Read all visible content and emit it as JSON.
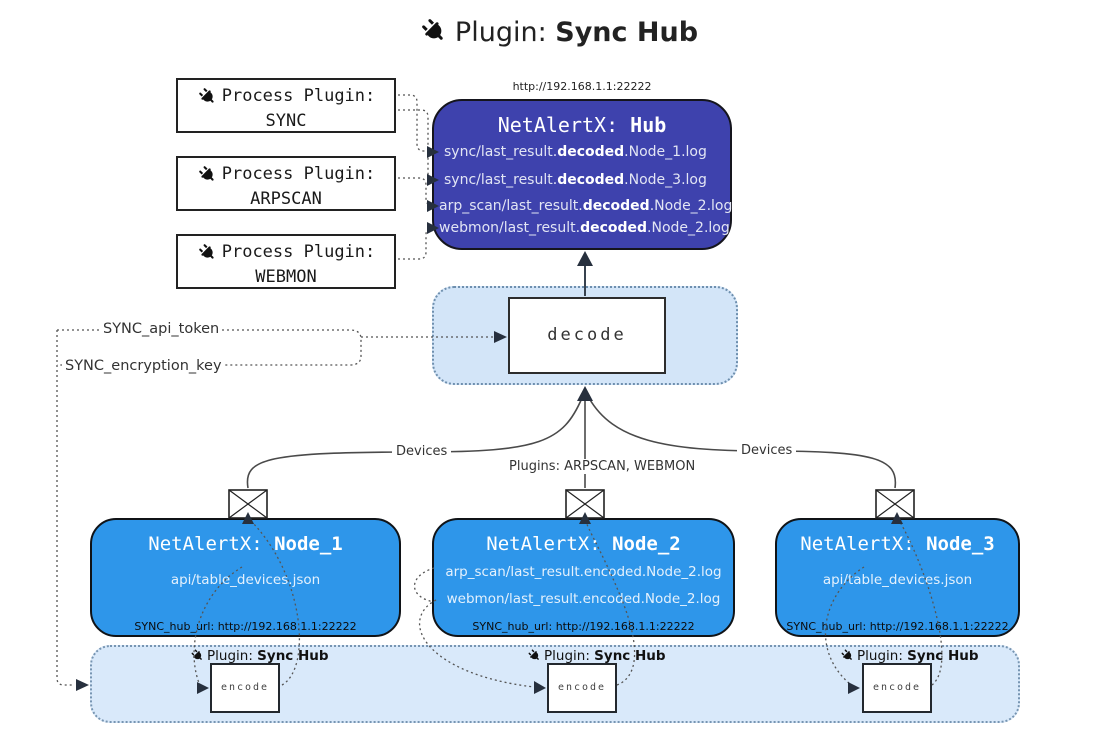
{
  "title": {
    "prefix": "Plugin: ",
    "bold": "Sync Hub"
  },
  "process_plugins": [
    {
      "label": "Process Plugin:",
      "name": "SYNC"
    },
    {
      "label": "Process Plugin:",
      "name": "ARPSCAN"
    },
    {
      "label": "Process Plugin:",
      "name": "WEBMON"
    }
  ],
  "hub": {
    "url": "http://192.168.1.1:22222",
    "title_prefix": "NetAlertX: ",
    "title_bold": "Hub",
    "logs": [
      {
        "pre": "sync/last_result.",
        "bold": "decoded",
        "post": ".Node_1.log"
      },
      {
        "pre": "sync/last_result.",
        "bold": "decoded",
        "post": ".Node_3.log"
      },
      {
        "pre": "arp_scan/last_result.",
        "bold": "decoded",
        "post": ".Node_2.log"
      },
      {
        "pre": "webmon/last_result.",
        "bold": "decoded",
        "post": ".Node_2.log"
      }
    ]
  },
  "decode": {
    "label": "decode"
  },
  "secrets": {
    "api_token": "SYNC_api_token",
    "encryption_key": "SYNC_encryption_key"
  },
  "edges": {
    "devices_left": "Devices",
    "devices_right": "Devices",
    "plugins_middle": "Plugins: ARPSCAN, WEBMON"
  },
  "nodes": [
    {
      "title_prefix": "NetAlertX: ",
      "title_bold": "Node_1",
      "lines": [
        "api/table_devices.json"
      ],
      "hub_url": "SYNC_hub_url: http://192.168.1.1:22222"
    },
    {
      "title_prefix": "NetAlertX: ",
      "title_bold": "Node_2",
      "lines": [
        "arp_scan/last_result.encoded.Node_2.log",
        "webmon/last_result.encoded.Node_2.log"
      ],
      "hub_url": "SYNC_hub_url: http://192.168.1.1:22222"
    },
    {
      "title_prefix": "NetAlertX: ",
      "title_bold": "Node_3",
      "lines": [
        "api/table_devices.json"
      ],
      "hub_url": "SYNC_hub_url: http://192.168.1.1:22222"
    }
  ],
  "encoders": [
    {
      "prefix": "Plugin: ",
      "bold": "Sync Hub",
      "box": "encode"
    },
    {
      "prefix": "Plugin: ",
      "bold": "Sync Hub",
      "box": "encode"
    },
    {
      "prefix": "Plugin: ",
      "bold": "Sync Hub",
      "box": "encode"
    }
  ],
  "colors": {
    "hub_bg": "#3e42ad",
    "node_bg": "#2e96ea",
    "panel_bg": "#d3e5f8",
    "band_bg": "#d9e9fa",
    "line": "#4a4a4a",
    "arrow": "#27303e"
  }
}
